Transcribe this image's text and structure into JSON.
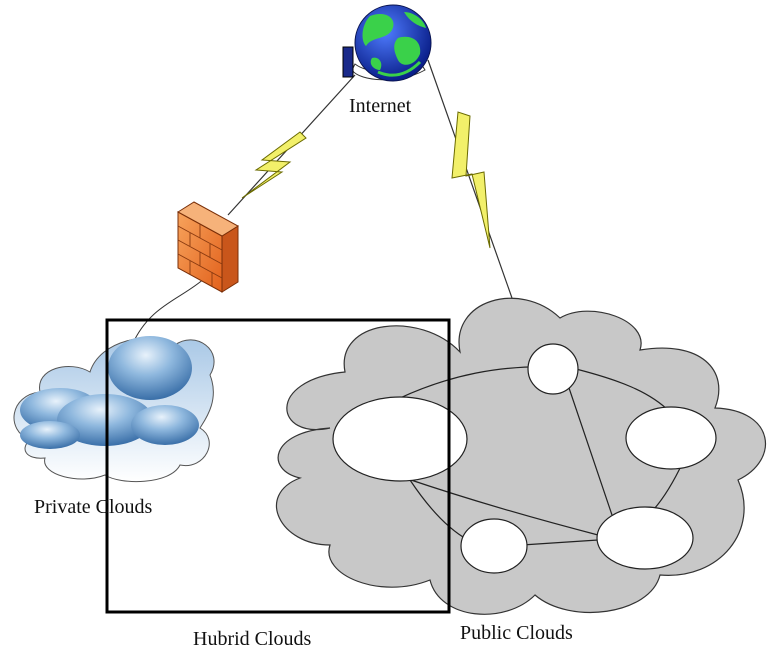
{
  "labels": {
    "internet": "Internet",
    "private_clouds": "Private Clouds",
    "hybrid_clouds": "Hubrid Clouds",
    "public_clouds": "Public Clouds"
  },
  "icons": {
    "globe": "globe-icon",
    "firewall": "firewall-icon",
    "private_cloud": "cloud-icon",
    "public_cloud": "cloud-icon",
    "link": "lightning-link-icon"
  },
  "colors": {
    "public_cloud_fill": "#c8c8c8",
    "private_cloud_fill": "#7fa9d3",
    "firewall_fill": "#f28a3b",
    "lightning_fill": "#f2f06a",
    "globe_ocean": "#1f46c8",
    "globe_land": "#3ad14a",
    "hybrid_box_stroke": "#000000"
  }
}
